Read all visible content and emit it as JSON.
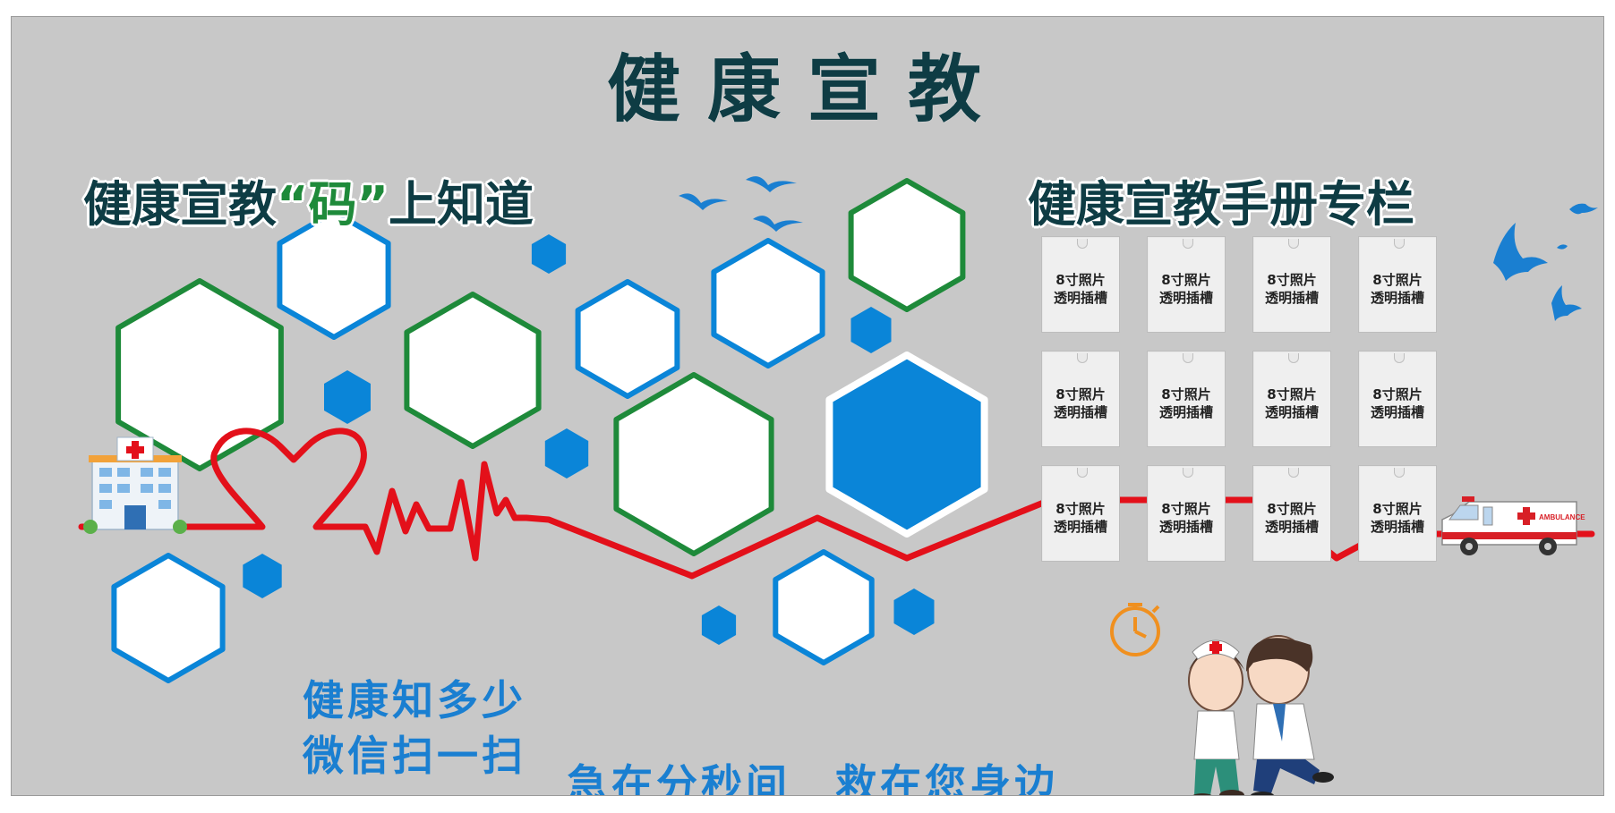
{
  "title": "健康宣教",
  "sections": {
    "left_heading": {
      "before": "健康宣教",
      "highlight": "“码”",
      "after": "上知道"
    },
    "right_heading": "健康宣教手册专栏"
  },
  "slots": {
    "label_line1": "8寸照片",
    "label_line2": "透明插槽",
    "count": 12
  },
  "slogans": {
    "qr_line1": "健康知多少",
    "qr_line2": "微信扫一扫",
    "bottom": "急在分秒间　救在您身边"
  },
  "ambulance_text": "AMBULANCE",
  "colors": {
    "board": "#c8c8c8",
    "title": "#0e3c44",
    "blue": "#1a7fd1",
    "hex_blue": "#0a85d8",
    "hex_green": "#1e8a3a",
    "heartbeat": "#e3101a"
  },
  "icons": [
    "hospital-icon",
    "ambulance-icon",
    "stopwatch-icon",
    "bird-icon",
    "dove-icon",
    "doctor-nurse-illustration"
  ]
}
